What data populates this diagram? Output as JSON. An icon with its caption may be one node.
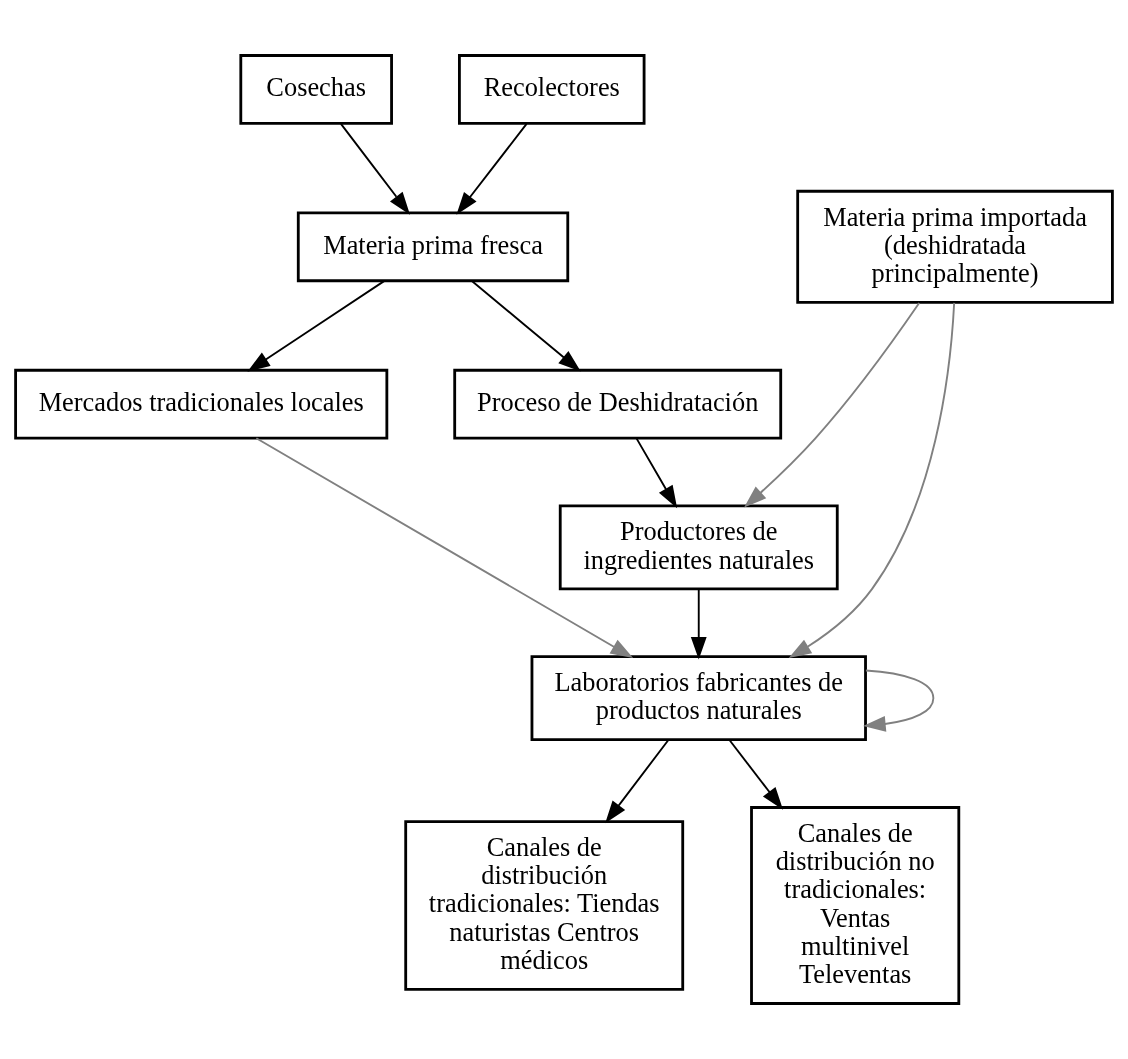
{
  "diagram": {
    "nodes": [
      {
        "text": [
          "Cosechas"
        ]
      },
      {
        "text": [
          "Recolectores"
        ]
      },
      {
        "text": [
          "Materia prima fresca"
        ]
      },
      {
        "text": [
          "Materia prima importada (deshidratada principalmente)"
        ]
      },
      {
        "text": [
          "Proceso de Deshidratación"
        ]
      },
      {
        "text": [
          "Mercados tradicionales locales"
        ]
      },
      {
        "text": [
          "Productores de ingredientes naturales"
        ]
      },
      {
        "text": [
          "Laboratorios fabricantes de productos naturales"
        ]
      },
      {
        "text": [
          "Canales de distribución tradicionales: Tiendas naturistas Centros médicos"
        ]
      },
      {
        "text": [
          "Canales de distribución no tradicionales: Ventas multinivel Televentas"
        ]
      }
    ],
    "edges": [
      {
        "from": 0,
        "to": 2,
        "arrow": "to"
      },
      {
        "from": 1,
        "to": 2,
        "arrow": "to"
      },
      {
        "from": 2,
        "to": 4,
        "arrow": "to"
      },
      {
        "from": 2,
        "to": 5,
        "arrow": "to"
      },
      {
        "from": 4,
        "to": 6,
        "arrow": "to"
      },
      {
        "from": 3,
        "to": 6,
        "arrow": "to",
        "color": "#808080"
      },
      {
        "from": 6,
        "to": 7,
        "arrow": "to"
      },
      {
        "from": 5,
        "to": 7,
        "arrow": "to",
        "color": "#808080"
      },
      {
        "from": 3,
        "to": 7,
        "arrow": "to",
        "color": "#808080"
      },
      {
        "from": 7,
        "to": 7,
        "arrow": "to",
        "color": "#808080"
      },
      {
        "from": 7,
        "to": 8,
        "arrow": "to"
      },
      {
        "from": 7,
        "to": 9,
        "arrow": "to"
      }
    ]
  }
}
